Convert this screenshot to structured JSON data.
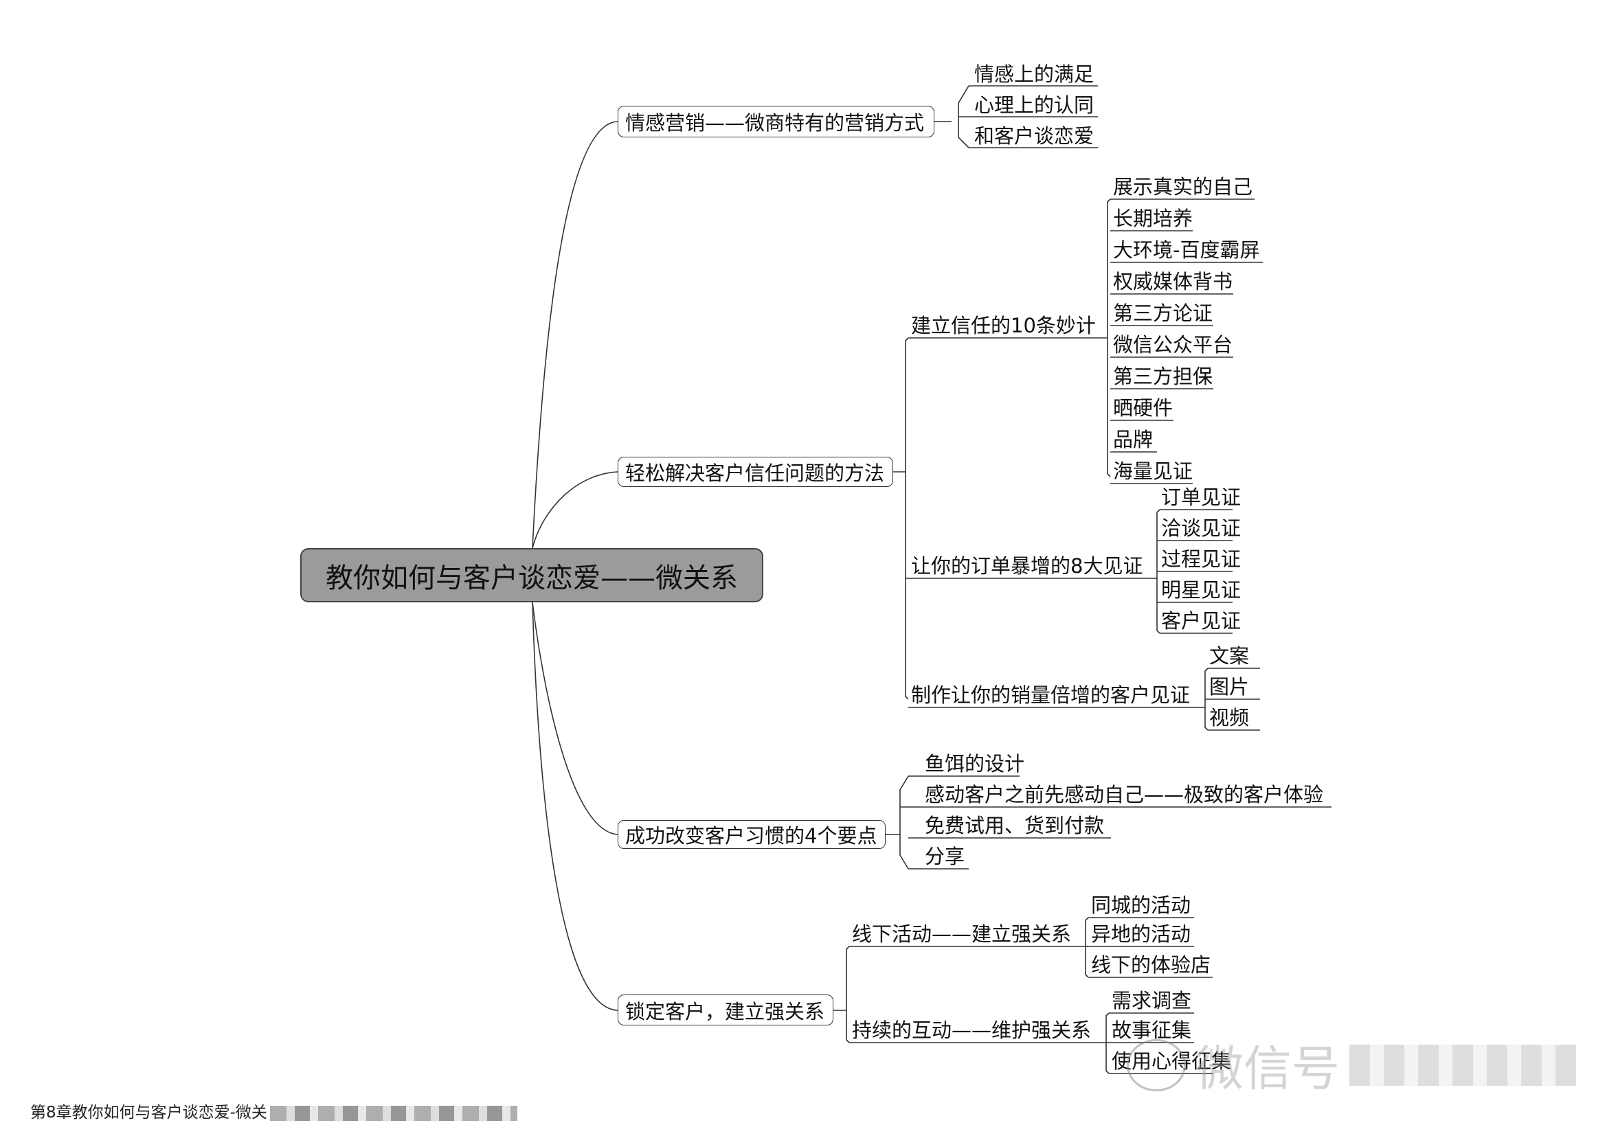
{
  "root": {
    "label": "教你如何与客户谈恋爱——微关系"
  },
  "branches": [
    {
      "label": "情感营销——微商特有的营销方式",
      "children": [
        "情感上的满足",
        "心理上的认同",
        "和客户谈恋爱"
      ]
    },
    {
      "label": "轻松解决客户信任问题的方法",
      "subs": [
        {
          "label": "建立信任的10条妙计",
          "children": [
            "展示真实的自己",
            "长期培养",
            "大环境-百度霸屏",
            "权威媒体背书",
            "第三方论证",
            "微信公众平台",
            "第三方担保",
            "晒硬件",
            "品牌",
            "海量见证"
          ]
        },
        {
          "label": "让你的订单暴增的8大见证",
          "children": [
            "订单见证",
            "洽谈见证",
            "过程见证",
            "明星见证",
            "客户见证"
          ]
        },
        {
          "label": "制作让你的销量倍增的客户见证",
          "children": [
            "文案",
            "图片",
            "视频"
          ]
        }
      ]
    },
    {
      "label": "成功改变客户习惯的4个要点",
      "children": [
        "鱼饵的设计",
        "感动客户之前先感动自己——极致的客户体验",
        "免费试用、货到付款",
        "分享"
      ]
    },
    {
      "label": "锁定客户，建立强关系",
      "subs": [
        {
          "label": "线下活动——建立强关系",
          "children": [
            "同城的活动",
            "异地的活动",
            "线下的体验店"
          ]
        },
        {
          "label": "持续的互动——维护强关系",
          "children": [
            "需求调查",
            "故事征集",
            "使用心得征集"
          ]
        }
      ]
    }
  ],
  "caption": {
    "text": "第8章教你如何与客户谈恋爱-微关"
  },
  "watermark": {
    "text": "微信号"
  },
  "colors": {
    "root_fill": "#9b9b9b",
    "line": "#333333",
    "background": "#ffffff"
  }
}
